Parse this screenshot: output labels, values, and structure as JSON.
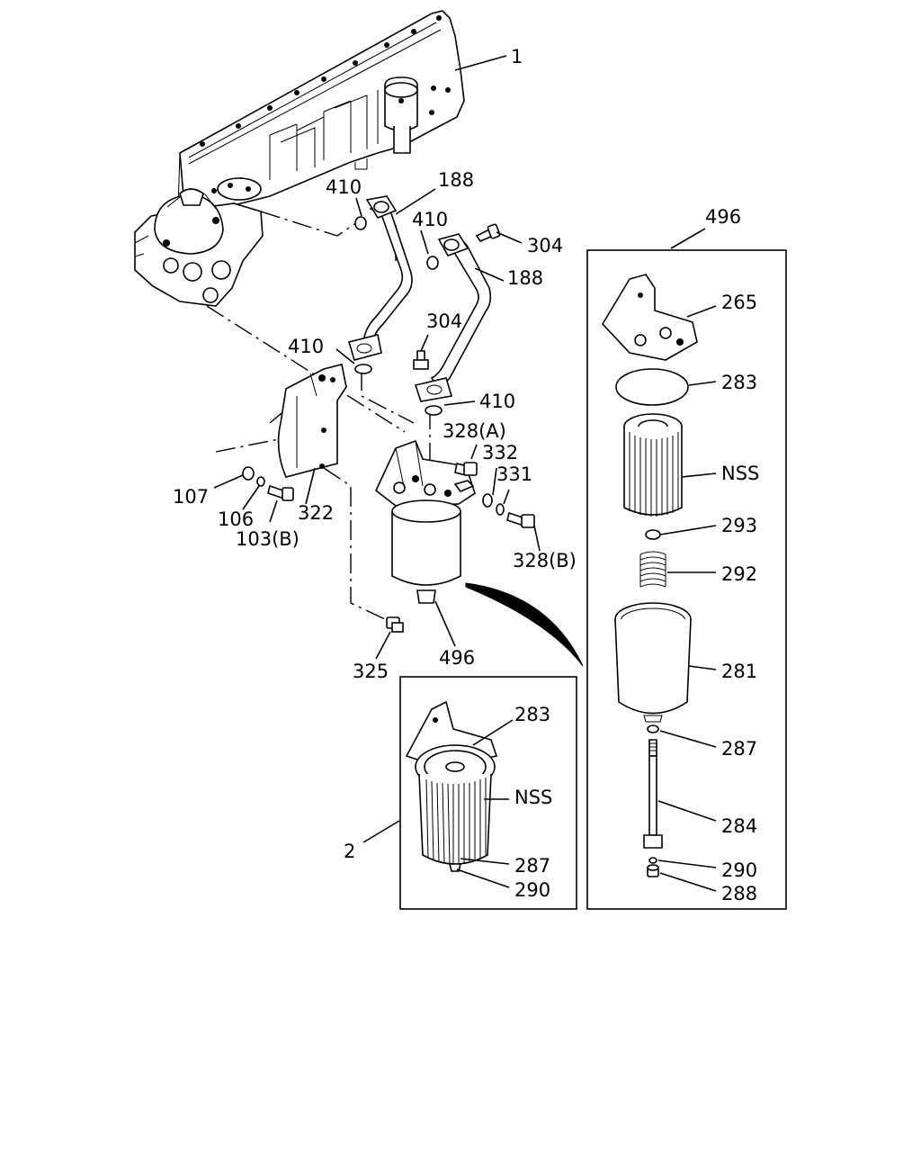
{
  "diagram": {
    "callouts": {
      "c_1": "1",
      "c_410_a": "410",
      "c_188_a": "188",
      "c_410_b": "410",
      "c_304_a": "304",
      "c_188_b": "188",
      "c_304_b": "304",
      "c_410_c": "410",
      "c_410_d": "410",
      "c_328a": "328(A)",
      "c_332": "332",
      "c_331": "331",
      "c_107": "107",
      "c_106": "106",
      "c_322": "322",
      "c_103b": "103(B)",
      "c_328b": "328(B)",
      "c_325": "325",
      "c_496_main": "496",
      "c_496_box": "496",
      "c_265": "265",
      "c_283_r": "283",
      "c_nss_r": "NSS",
      "c_293": "293",
      "c_292": "292",
      "c_281": "281",
      "c_287_r": "287",
      "c_284": "284",
      "c_290_r": "290",
      "c_288": "288",
      "c_283_b": "283",
      "c_nss_b": "NSS",
      "c_2": "2",
      "c_287_b": "287",
      "c_290_b": "290"
    }
  }
}
